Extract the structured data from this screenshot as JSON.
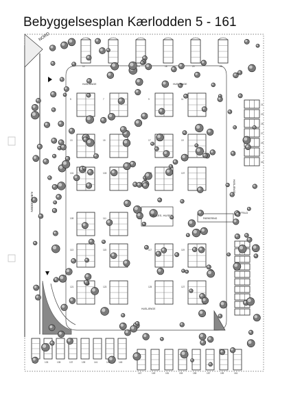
{
  "document": {
    "title": "Bebyggelsesplan Kærlodden 5 - 161"
  },
  "plan": {
    "north_label": "NORD",
    "road_label": "KÆRLODDEN",
    "lane_labels": [
      "HUSLÆNGE",
      "HUSLÆNGE",
      "HUSLÆNGE",
      "HUSLÆNGE"
    ],
    "common_house_label": "FÆLLES-\nHUSET",
    "parking_label": "PARKERING",
    "bin_label": "AFFALD",
    "house_numbers_top": [
      "12",
      "14",
      "16",
      "18",
      "20",
      "22"
    ],
    "house_numbers_right": [
      "21",
      "23",
      "25",
      "27",
      "29",
      "31",
      "33"
    ],
    "house_numbers_bottom": [
      "131",
      "133",
      "135",
      "137",
      "139",
      "141",
      "143",
      "145",
      "147",
      "149",
      "151",
      "153",
      "155",
      "157",
      "159",
      "161"
    ],
    "house_numbers_left": [
      "5",
      "7",
      "9",
      "11",
      "13",
      "15",
      "17",
      "19",
      "101",
      "103",
      "105",
      "107",
      "109",
      "111",
      "113",
      "115",
      "117",
      "119",
      "121",
      "123",
      "125",
      "127",
      "129"
    ]
  }
}
